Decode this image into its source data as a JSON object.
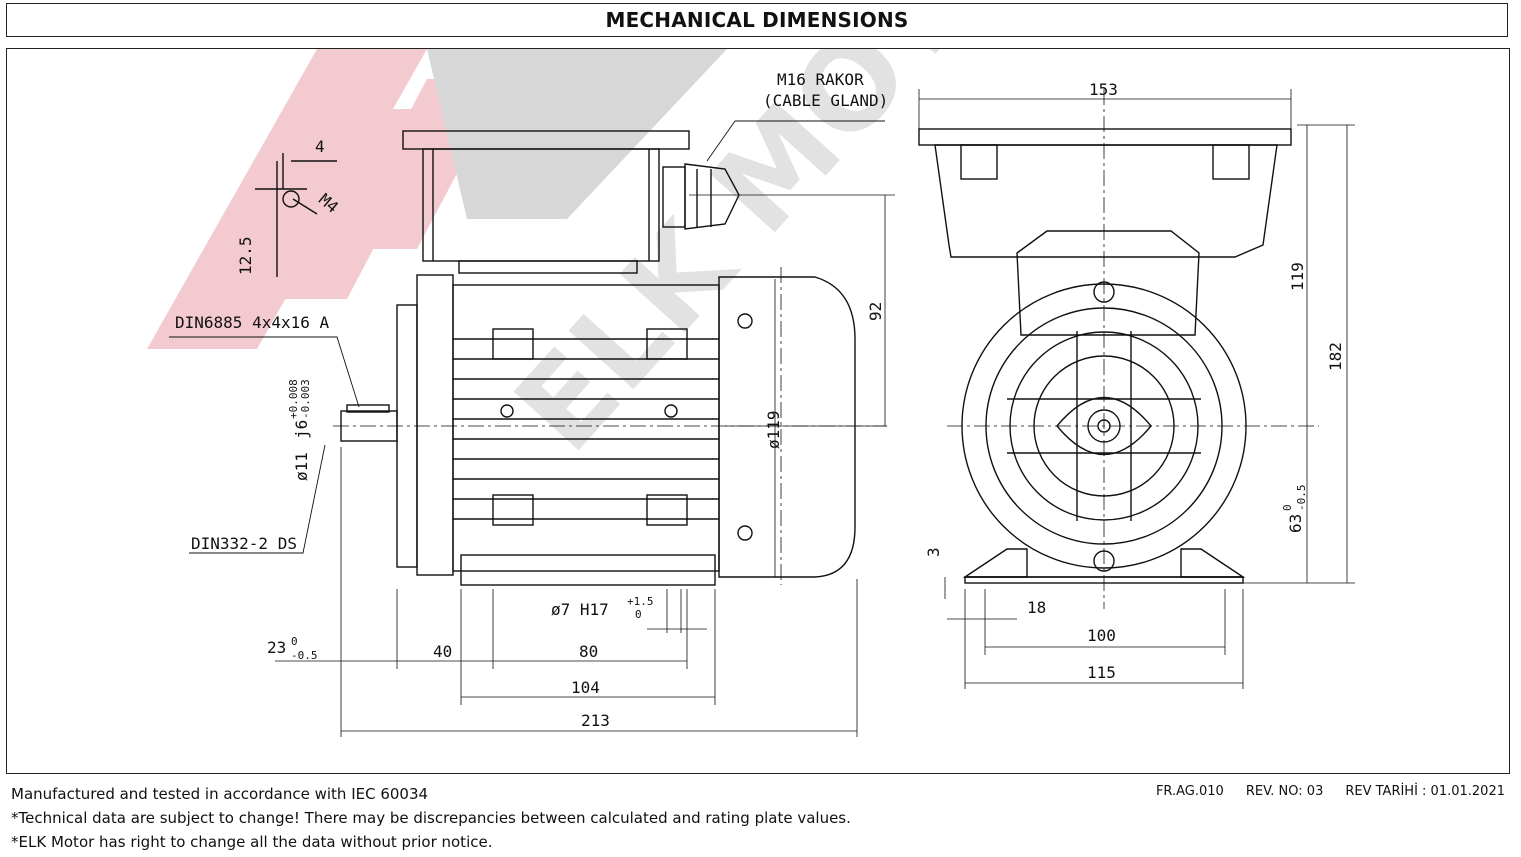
{
  "header": {
    "title": "MECHANICAL DIMENSIONS"
  },
  "watermark": {
    "text": "ELK MOTOR",
    "colors": {
      "red": "#e8a0a8",
      "gray": "#b8b8b8"
    }
  },
  "drawing": {
    "labels": {
      "cable_gland_1": "M16 RAKOR",
      "cable_gland_2": "(CABLE GLAND)",
      "key_spec": "DIN6885  4x4x16  A",
      "center_hole": "DIN332-2  DS",
      "thread": "M4",
      "shaft_dia": "ø11",
      "shaft_fit": "j6",
      "shaft_tol_upper": "+0.008",
      "shaft_tol_lower": "-0.003",
      "fan_dia": "ø119",
      "mount_hole": "ø7  H17",
      "mount_tol_upper": "+1.5",
      "mount_tol_lower": "0",
      "shaft_len": "23",
      "shaft_len_upper": "0",
      "shaft_len_lower": "-0.5",
      "height_main": "63",
      "height_upper": "0",
      "height_lower": "-0.5"
    },
    "dimensions": {
      "key_width": "4",
      "thread_depth": "12.5",
      "box_height": "92",
      "shaft_shoulder": "40",
      "foot_spacing": "80",
      "foot_length": "104",
      "total_length": "213",
      "total_width": "153",
      "box_to_axis": "119",
      "total_height": "182",
      "foot_thickness": "3",
      "foot_slot": "18",
      "foot_holes": "100",
      "foot_width": "115"
    }
  },
  "footer": {
    "line1": "Manufactured and tested in accordance with  IEC 60034",
    "line2": "*Technical data are subject to change! There may be discrepancies between calculated and rating plate values.",
    "line3": "*ELK Motor has right to change all the data without prior notice.",
    "form": "FR.AG.010",
    "rev": "REV. NO: 03",
    "rev_date": "REV TARİHİ : 01.01.2021"
  }
}
